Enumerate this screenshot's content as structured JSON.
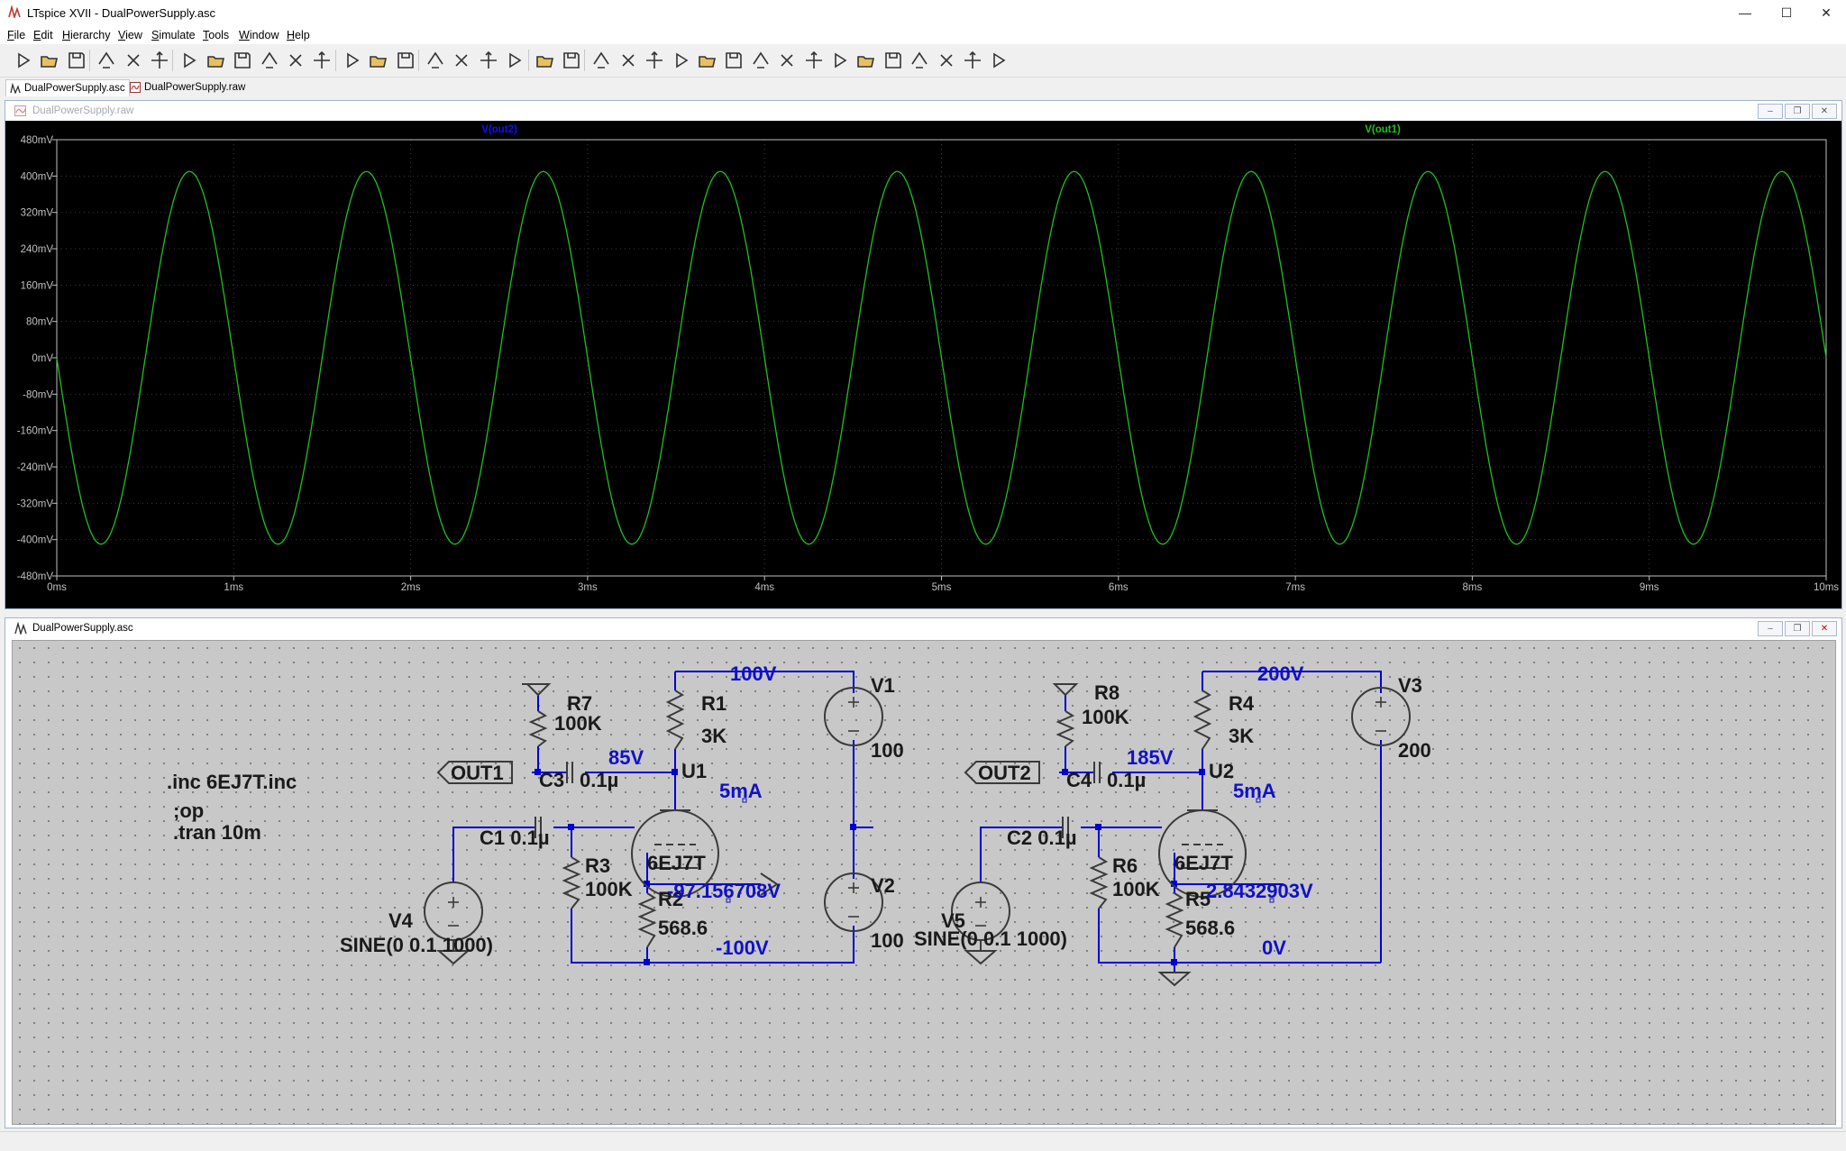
{
  "window": {
    "title": "LTspice XVII - DualPowerSupply.asc",
    "min": "—",
    "max": "☐",
    "close": "✕"
  },
  "menu": [
    "File",
    "Edit",
    "Hierarchy",
    "View",
    "Simulate",
    "Tools",
    "Window",
    "Help"
  ],
  "menu_underline": [
    "F",
    "E",
    "H",
    "V",
    "S",
    "T",
    "W",
    "H"
  ],
  "toolbar_icons": [
    "run-icon",
    "open-icon",
    "save-icon",
    "control-panel-icon",
    "halt-icon",
    "pan-icon",
    "zoom-in-icon",
    "zoom-box-icon",
    "zoom-out-icon",
    "zoom-fit-icon",
    "autorange-icon",
    "delete-plot-icon",
    "tile-horizontal-icon",
    "cascade-icon",
    "tile-vertical-icon",
    "cut-icon",
    "copy-icon",
    "paste-icon",
    "find-icon",
    "print-icon",
    "print-preview-icon",
    "wire-icon",
    "ground-icon",
    "label-net-icon",
    "resistor-icon",
    "capacitor-icon",
    "inductor-icon",
    "diode-icon",
    "component-icon",
    "move-icon",
    "drag-icon",
    "undo-icon",
    "redo-icon",
    "rotate-icon",
    "mirror-icon",
    "text-icon",
    "spice-directive-icon"
  ],
  "doc_tabs": [
    {
      "label": "DualPowerSupply.asc",
      "active": true
    },
    {
      "label": "DualPowerSupply.raw",
      "active": false
    }
  ],
  "wave_window": {
    "title": "DualPowerSupply.raw",
    "trace_labels": [
      {
        "text": "V(out2)",
        "color": "#1010ff"
      },
      {
        "text": "V(out1)",
        "color": "#20c020"
      }
    ]
  },
  "chart_data": {
    "type": "line",
    "title": "",
    "xlabel": "",
    "ylabel": "",
    "xlim": [
      0,
      10
    ],
    "ylim": [
      -480,
      480
    ],
    "x_ticks": [
      "0ms",
      "1ms",
      "2ms",
      "3ms",
      "4ms",
      "5ms",
      "6ms",
      "7ms",
      "8ms",
      "9ms",
      "10ms"
    ],
    "y_ticks": [
      "480mV",
      "400mV",
      "320mV",
      "240mV",
      "160mV",
      "80mV",
      "0mV",
      "-80mV",
      "-160mV",
      "-240mV",
      "-320mV",
      "-400mV",
      "-480mV"
    ],
    "grid": true,
    "series": [
      {
        "name": "V(out1)",
        "color": "#20c020",
        "amplitude_mV": 410,
        "frequency_kHz": 1,
        "phase": "inverted sine",
        "x_unit": "ms"
      }
    ]
  },
  "schematic_window": {
    "title": "DualPowerSupply.asc",
    "directives": [
      ".inc 6EJ7T.inc",
      ";op",
      ".tran 10m"
    ],
    "labels": {
      "r7": "R7",
      "r7v": "100K",
      "r1": "R1",
      "r1v": "3K",
      "v1": "V1",
      "v1v": "100",
      "out1": "OUT1",
      "c3": "C3",
      "c3v": "0.1µ",
      "u1": "U1",
      "u1m": "6EJ7T",
      "c1": "C1 0.1µ",
      "r3": "R3",
      "r3v": "100K",
      "r2": "R2",
      "r2v": "568.6",
      "v2": "V2",
      "v2v": "100",
      "v4": "V4",
      "v4v": "SINE(0 0.1 1000)",
      "r8": "R8",
      "r8v": "100K",
      "r4": "R4",
      "r4v": "3K",
      "v3": "V3",
      "v3v": "200",
      "out2": "OUT2",
      "c4": "C4",
      "c4v": "0.1µ",
      "u2": "U2",
      "u2m": "6EJ7T",
      "c2": "C2 0.1µ",
      "r6": "R6",
      "r6v": "100K",
      "r5": "R5",
      "r5v": "568.6",
      "v5": "V5",
      "v5v": "SINE(0 0.1 1000)"
    },
    "op_values": {
      "n100": "100V",
      "n85": "85V",
      "i1": "5mA",
      "nk1": "-97.156708V",
      "nm100": "-100V",
      "n200": "200V",
      "n185": "185V",
      "i2": "5mA",
      "nk2": "2.8432903V",
      "n0": "0V"
    }
  },
  "colors": {
    "trace": "#20c020",
    "axis": "#c0c0c0",
    "grid": "#3a3a3a",
    "wire": "#0000d0",
    "opvalue": "#1010c8"
  }
}
